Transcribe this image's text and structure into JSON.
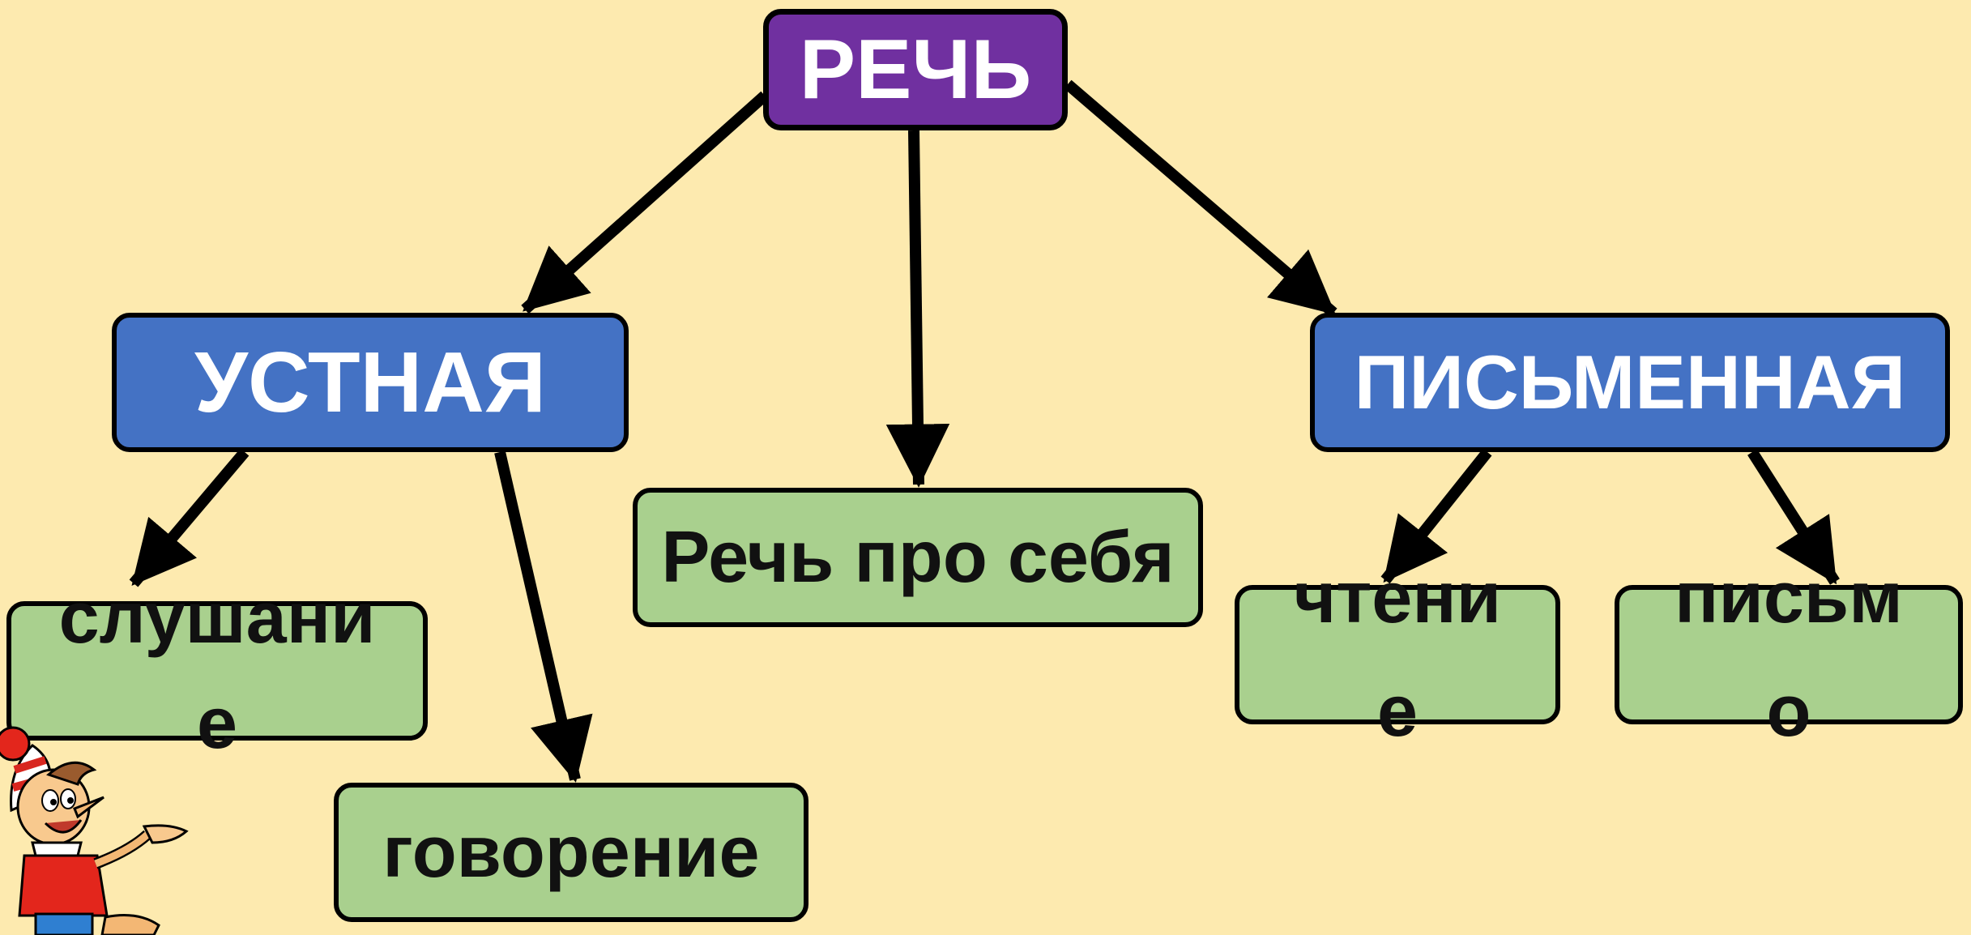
{
  "diagram": {
    "root": {
      "label": "РЕЧЬ",
      "color": "#7030a0"
    },
    "branches": [
      {
        "id": "oral",
        "label": "УСТНАЯ",
        "color": "#4472c4"
      },
      {
        "id": "inner",
        "label": "Речь про себя",
        "color": "#a9d08e"
      },
      {
        "id": "written",
        "label": "ПИСЬМЕННАЯ",
        "color": "#4472c4"
      }
    ],
    "oral_children": [
      {
        "label": "слушание",
        "color": "#a9d08e"
      },
      {
        "label": "говорение",
        "color": "#a9d08e"
      }
    ],
    "written_children": [
      {
        "label": "чтение",
        "color": "#a9d08e"
      },
      {
        "label": "письмо",
        "color": "#a9d08e"
      }
    ]
  },
  "mascot": {
    "icon": "pinocchio-cartoon-icon"
  }
}
